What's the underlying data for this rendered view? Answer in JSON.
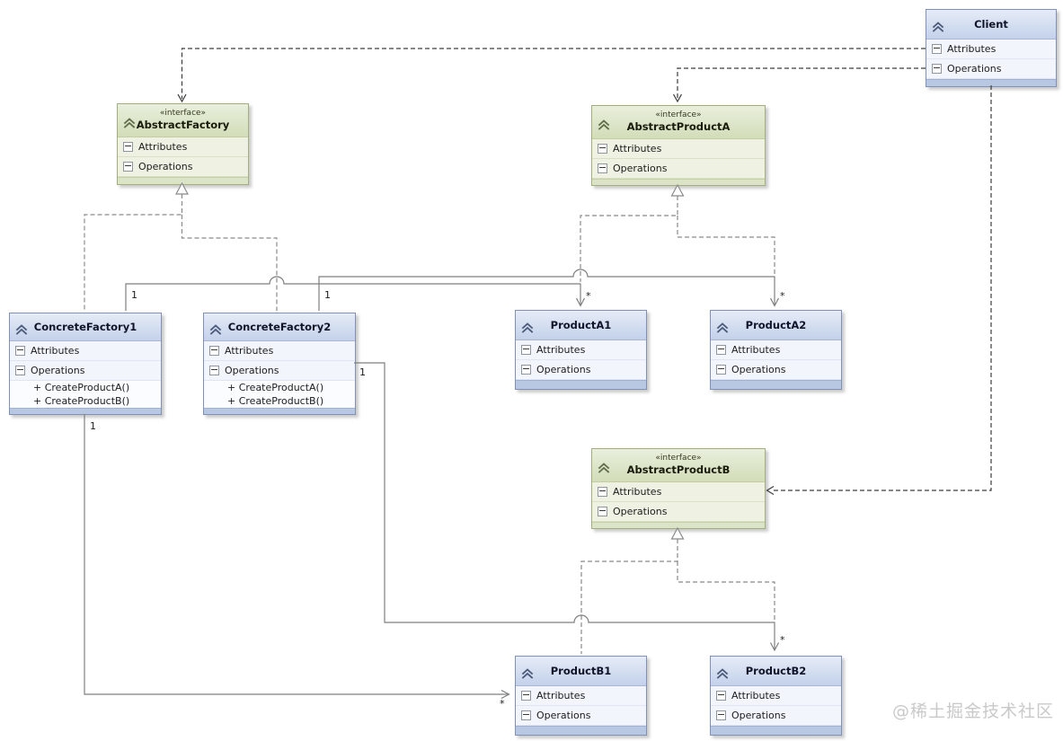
{
  "stereotype": "«interface»",
  "row_labels": {
    "attributes": "Attributes",
    "operations": "Operations"
  },
  "classes": {
    "client": {
      "title": "Client"
    },
    "abstract_factory": {
      "title": "AbstractFactory"
    },
    "abstract_product_a": {
      "title": "AbstractProductA"
    },
    "abstract_product_b": {
      "title": "AbstractProductB"
    },
    "concrete_factory1": {
      "title": "ConcreteFactory1",
      "operations": [
        "+ CreateProductA()",
        "+ CreateProductB()"
      ]
    },
    "concrete_factory2": {
      "title": "ConcreteFactory2",
      "operations": [
        "+ CreateProductA()",
        "+ CreateProductB()"
      ]
    },
    "product_a1": {
      "title": "ProductA1"
    },
    "product_a2": {
      "title": "ProductA2"
    },
    "product_b1": {
      "title": "ProductB1"
    },
    "product_b2": {
      "title": "ProductB2"
    }
  },
  "multiplicities": {
    "cf1_pa1": {
      "source": "1",
      "target": "*"
    },
    "cf2_pa2": {
      "source": "1",
      "target": "*"
    },
    "cf1_pb1": {
      "source": "1",
      "target": "*"
    },
    "cf2_pb2": {
      "source": "1",
      "target": "*"
    }
  },
  "colors": {
    "class_header": "#c3d1ea",
    "class_border": "#8191b6",
    "interface_header": "#d2ddb9",
    "interface_border": "#a2ae7d",
    "dependency_line": "#3c3c3c",
    "association_line": "#7f7f7f"
  },
  "watermark": "@稀土掘金技术社区"
}
